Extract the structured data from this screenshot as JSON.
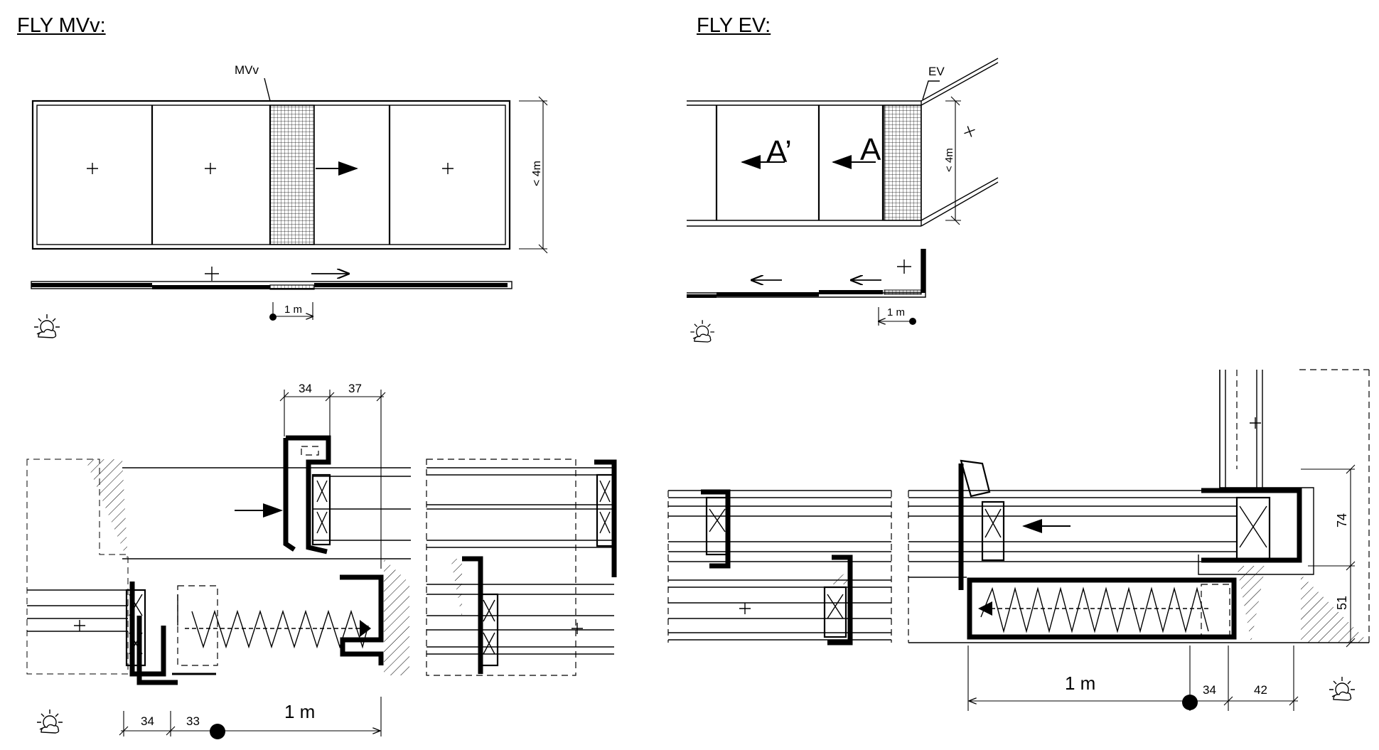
{
  "headings": {
    "mvv": "FLY MVv:",
    "ev": "FLY EV:"
  },
  "labels": {
    "mvv_tag": "MVv",
    "ev_tag": "EV",
    "height_mvv": "< 4m",
    "height_ev": "< 4m",
    "arrow_a_prime": "A’",
    "arrow_a": "A"
  },
  "dimensions": {
    "plan_mvv_scale": "1 m",
    "plan_ev_scale": "1 m",
    "det_mvv_top_a": "34",
    "det_mvv_top_b": "37",
    "det_mvv_bot_a": "34",
    "det_mvv_bot_b": "33",
    "det_mvv_bot_scale": "1 m",
    "det_ev_bot_scale": "1 m",
    "det_ev_bot_a": "34",
    "det_ev_bot_b": "42",
    "det_ev_side_a": "74",
    "det_ev_side_b": "51"
  },
  "icons": [
    "sun-cloud-icon",
    "arrow-icon",
    "plus-icon",
    "spring-icon"
  ]
}
